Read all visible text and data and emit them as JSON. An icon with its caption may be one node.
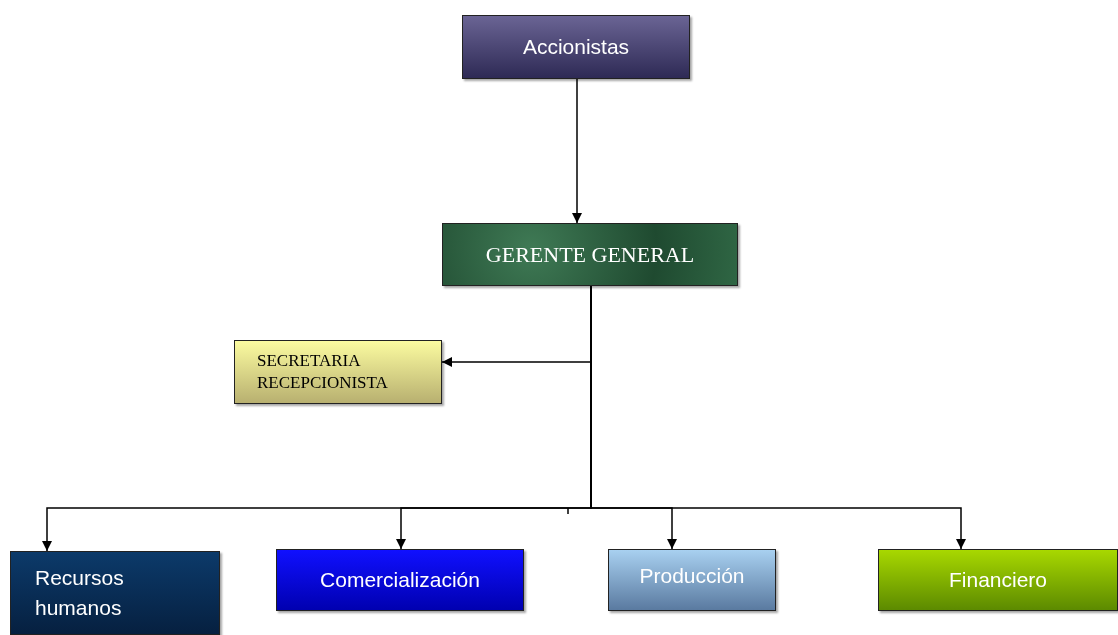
{
  "diagram": {
    "nodes": [
      {
        "text": [
          "Accionistas"
        ]
      },
      {
        "text": [
          "GERENTE GENERAL"
        ]
      },
      {
        "text": [
          "SECRETARIA RECEPCIONISTA"
        ]
      },
      {
        "text": [
          "Recursos humanos"
        ]
      },
      {
        "text": [
          "Comercialización"
        ]
      },
      {
        "text": [
          "Producción"
        ]
      },
      {
        "text": [
          "Financiero"
        ]
      }
    ],
    "edges": [
      {
        "from": 0,
        "to": 1,
        "arrow": "to"
      },
      {
        "from": 1,
        "to": 2,
        "arrow": "to"
      },
      {
        "from": 1,
        "to": 3,
        "arrow": "to"
      },
      {
        "from": 1,
        "to": 4,
        "arrow": "to"
      },
      {
        "from": 1,
        "to": 5,
        "arrow": "to"
      },
      {
        "from": 1,
        "to": 6,
        "arrow": "to"
      }
    ]
  }
}
